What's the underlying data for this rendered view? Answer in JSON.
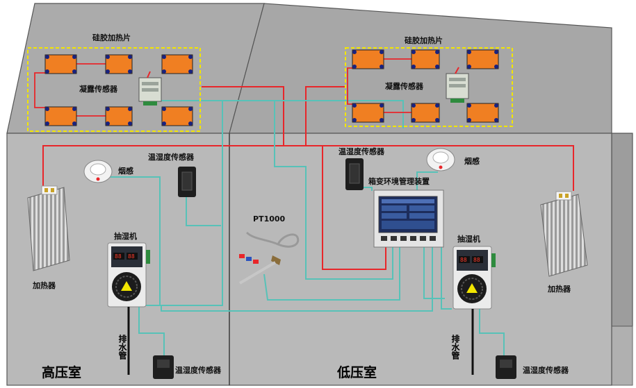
{
  "labels": {
    "heater_pad_left": "硅胶加热片",
    "heater_pad_right": "硅胶加热片",
    "condensation_left": "凝露传感器",
    "condensation_right": "凝露传感器",
    "th_sensor_high_top": "温湿度传感器",
    "smoke_left": "烟感",
    "dehumidifier_left": "抽湿机",
    "heater_left": "加热器",
    "drain_left": "排水管",
    "th_sensor_high_bottom": "温湿度传感器",
    "room_high": "高压室",
    "th_sensor_low_top": "温湿度传感器",
    "manager": "箱变环境管理装置",
    "smoke_right": "烟感",
    "pt1000": "PT1000",
    "dehumidifier_right": "抽湿机",
    "heater_right": "加热器",
    "drain_right": "排水管",
    "th_sensor_low_bottom": "温湿度传感器",
    "room_low": "低压室"
  },
  "colors": {
    "wall": "#b8b8b8",
    "roof": "#a8a8a8",
    "power_wire": "#e8262a",
    "signal_wire": "#57c2b8",
    "heater_pad": "#f07f22",
    "dash_box": "#f2e600"
  }
}
